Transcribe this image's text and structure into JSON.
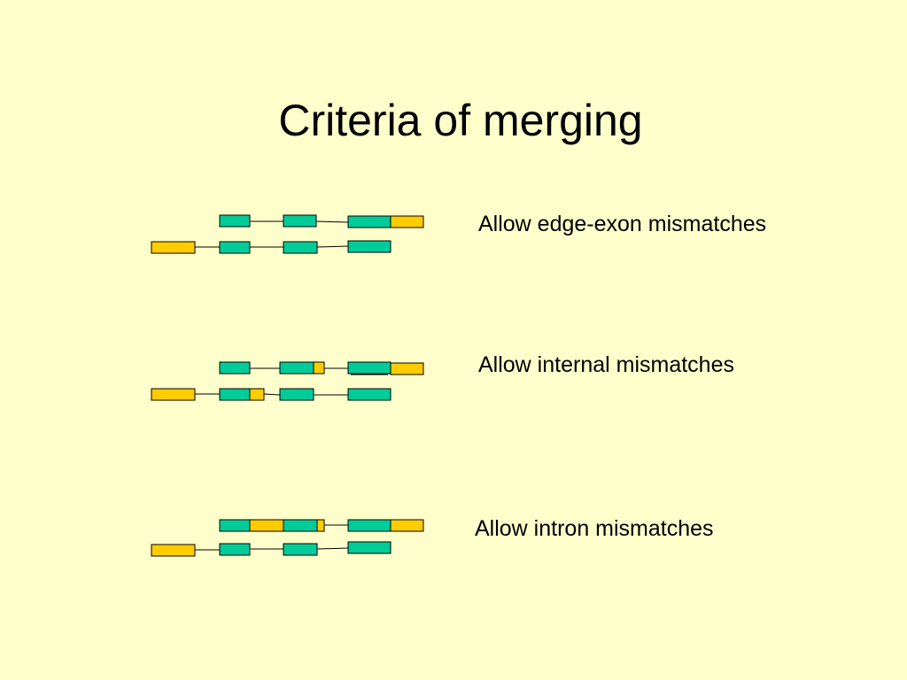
{
  "slide": {
    "title": "Criteria of merging"
  },
  "colors": {
    "background": "#ffffcc",
    "match_exon": "#00cc99",
    "mismatch_exon": "#ffcc00",
    "outline": "#000000"
  },
  "examples": [
    {
      "caption": "Allow edge-exon mismatches"
    },
    {
      "caption": "Allow internal mismatches"
    },
    {
      "caption": "Allow intron mismatches"
    }
  ]
}
